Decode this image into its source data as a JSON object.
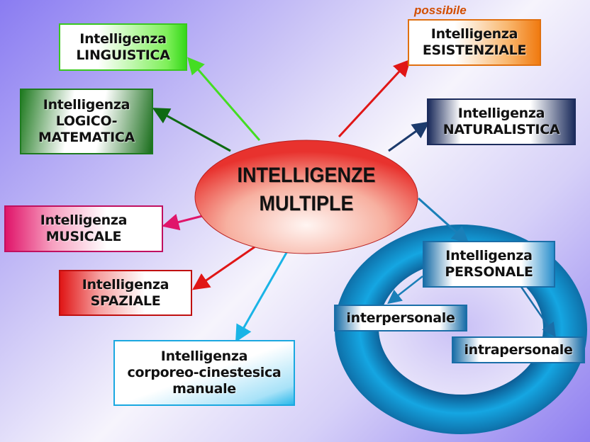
{
  "center": {
    "line1": "INTELLIGENZE",
    "line2": "MULTIPLE"
  },
  "nodes": {
    "linguistica": {
      "line1": "Intelligenza",
      "line2": "LINGUISTICA"
    },
    "logico": {
      "line1": "Intelligenza",
      "line2": "LOGICO-",
      "line3": "MATEMATICA"
    },
    "musicale": {
      "line1": "Intelligenza",
      "line2": "MUSICALE"
    },
    "spaziale": {
      "line1": "Intelligenza",
      "line2": "SPAZIALE"
    },
    "corporeo": {
      "line1": "Intelligenza",
      "line2": "corporeo-cinestesica",
      "line3": "manuale"
    },
    "esistenziale": {
      "note": "possibile",
      "line1": "Intelligenza",
      "line2": "ESISTENZIALE"
    },
    "naturalistica": {
      "line1": "Intelligenza",
      "line2": "NATURALISTICA"
    },
    "personale": {
      "line1": "Intelligenza",
      "line2": "PERSONALE"
    },
    "interpersonale": {
      "label": "interpersonale"
    },
    "intrapersonale": {
      "label": "intrapersonale"
    }
  },
  "colors": {
    "linguistica": "#3ee01c",
    "logico": "#0e6a12",
    "musicale": "#e0156a",
    "spaziale": "#e01616",
    "corporeo": "#1ab4e6",
    "esistenziale": "#f07a10",
    "naturalistica": "#1c2c5c",
    "personale": "#1a7fb8",
    "center": "#ee3a3a"
  }
}
